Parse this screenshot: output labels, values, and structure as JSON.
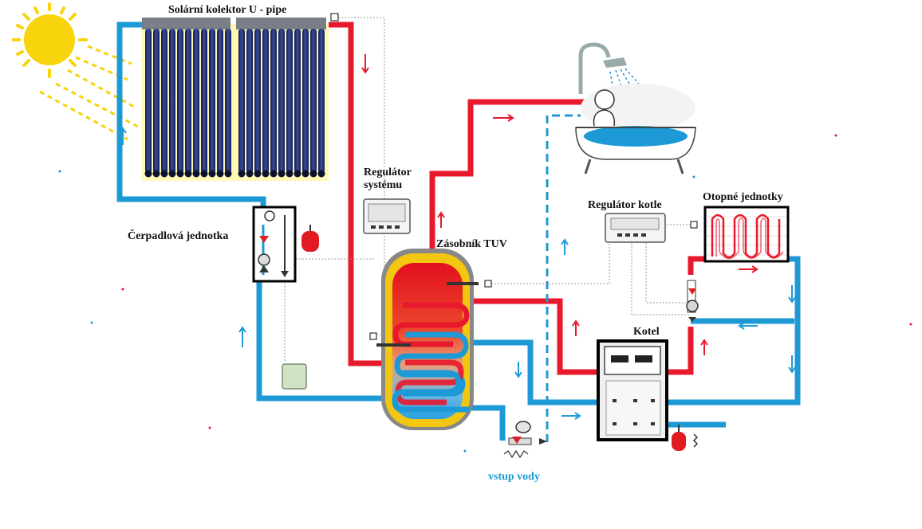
{
  "labels": {
    "collector": "Solární kolektor U - pipe",
    "pump_unit": "Čerpadlová jednotka",
    "system_regulator_line1": "Regulátor",
    "system_regulator_line2": "systému",
    "tank": "Zásobník TUV",
    "boiler_regulator": "Regulátor kotle",
    "heating_units": "Otopné jednotky",
    "boiler": "Kotel",
    "water_inlet": "vstup vody"
  },
  "colors": {
    "hot_pipe": "#e8192c",
    "cold_pipe": "#1d9ad6",
    "sun": "#f5d20a",
    "collector_tube": "#1f2d6e",
    "tank_outer": "#f3c612",
    "label_text": "#111111",
    "inlet_label": "#1d9ad6"
  },
  "icons": [
    "sun-icon",
    "shower-icon",
    "bathtub-icon",
    "pump-icon",
    "expansion-vessel-icon",
    "regulator-display-icon",
    "radiator-coil-icon",
    "boiler-icon",
    "sensor-icon"
  ]
}
